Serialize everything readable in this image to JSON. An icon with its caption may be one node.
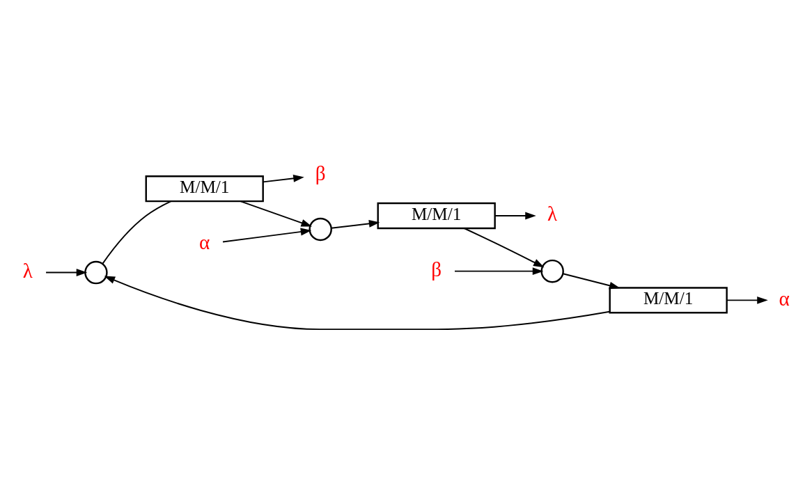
{
  "diagram": {
    "nodes": [
      {
        "text": [
          "λ"
        ]
      },
      {
        "text": [],
        "shape": "circle"
      },
      {
        "text": [
          "M/M/1"
        ]
      },
      {
        "text": [
          "β"
        ]
      },
      {
        "text": [
          "α"
        ]
      },
      {
        "text": [],
        "shape": "circle"
      },
      {
        "text": [
          "M/M/1"
        ]
      },
      {
        "text": [
          "λ"
        ]
      },
      {
        "text": [],
        "shape": "circle"
      },
      {
        "text": [
          "β"
        ]
      },
      {
        "text": [
          "M/M/1"
        ]
      },
      {
        "text": [
          "α"
        ]
      }
    ],
    "edges": [
      {
        "from": 0,
        "to": 1,
        "arrow": "to"
      },
      {
        "from": 1,
        "to": 2,
        "arrow": "none"
      },
      {
        "from": 2,
        "to": 3,
        "arrow": "to"
      },
      {
        "from": 2,
        "to": 5,
        "arrow": "to"
      },
      {
        "from": 4,
        "to": 5,
        "arrow": "to"
      },
      {
        "from": 5,
        "to": 6,
        "arrow": "to"
      },
      {
        "from": 6,
        "to": 7,
        "arrow": "to"
      },
      {
        "from": 6,
        "to": 8,
        "arrow": "to"
      },
      {
        "from": 9,
        "to": 8,
        "arrow": "to"
      },
      {
        "from": 8,
        "to": 10,
        "arrow": "to"
      },
      {
        "from": 10,
        "to": 11,
        "arrow": "to"
      },
      {
        "from": 10,
        "to": 1,
        "arrow": "to"
      }
    ]
  }
}
